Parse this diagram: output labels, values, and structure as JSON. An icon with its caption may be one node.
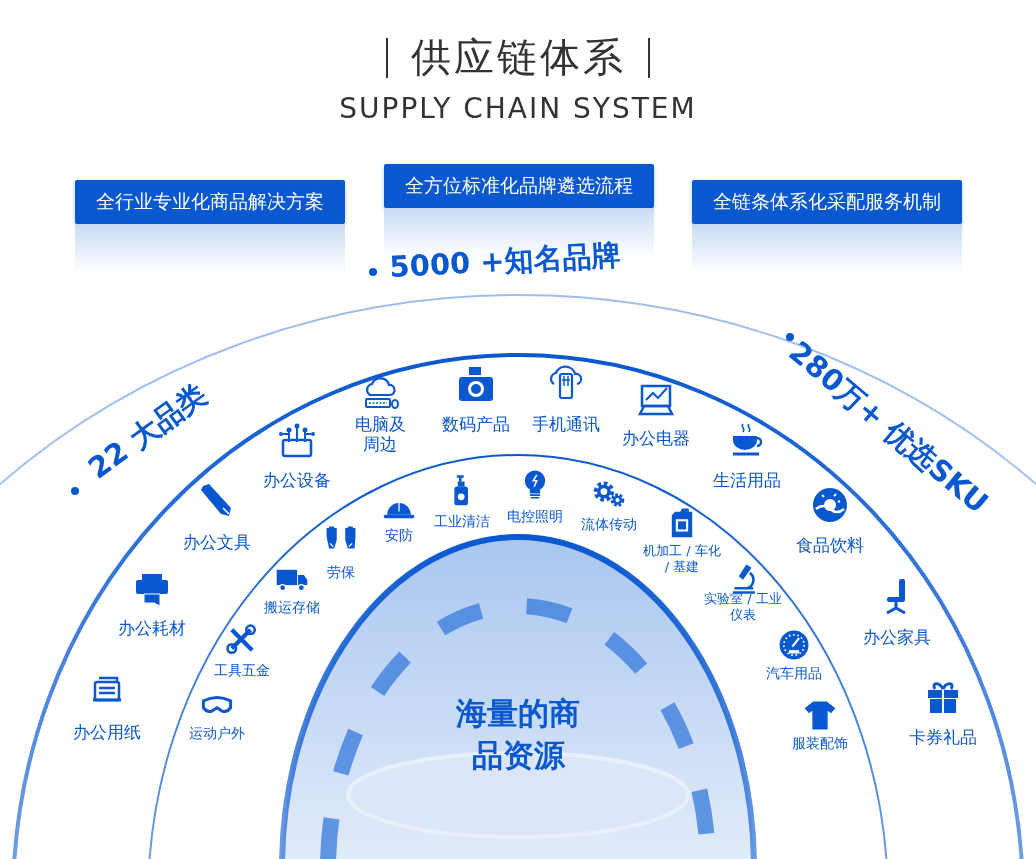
{
  "diagram": {
    "title": "供应链体系",
    "nodes": [
      {
        "text": [
          "全行业专业化商品解决方案"
        ]
      },
      {
        "text": [
          "全方位标准化品牌遴选流程"
        ]
      },
      {
        "text": [
          "全链条体系化采配服务机制"
        ]
      },
      {
        "text": [
          "海量的商品资源"
        ]
      }
    ],
    "labels": [
      "SUPPLY CHAIN SYSTEM",
      "5000 +知名品牌",
      "22 大品类",
      "280万+ 优选SKU",
      "办公用纸",
      "办公耗材",
      "办公文具",
      "办公设备",
      "电脑及周边",
      "数码产品",
      "手机通讯",
      "办公电器",
      "生活用品",
      "食品饮料",
      "办公家具",
      "卡券礼品",
      "运动户外",
      "工具五金",
      "搬运存储",
      "劳保",
      "安防",
      "工业清洁",
      "电控照明",
      "流体传动",
      "机加工 / 车化 / 基建",
      "实验室 / 工业仪表",
      "汽车用品",
      "服装配饰"
    ]
  }
}
